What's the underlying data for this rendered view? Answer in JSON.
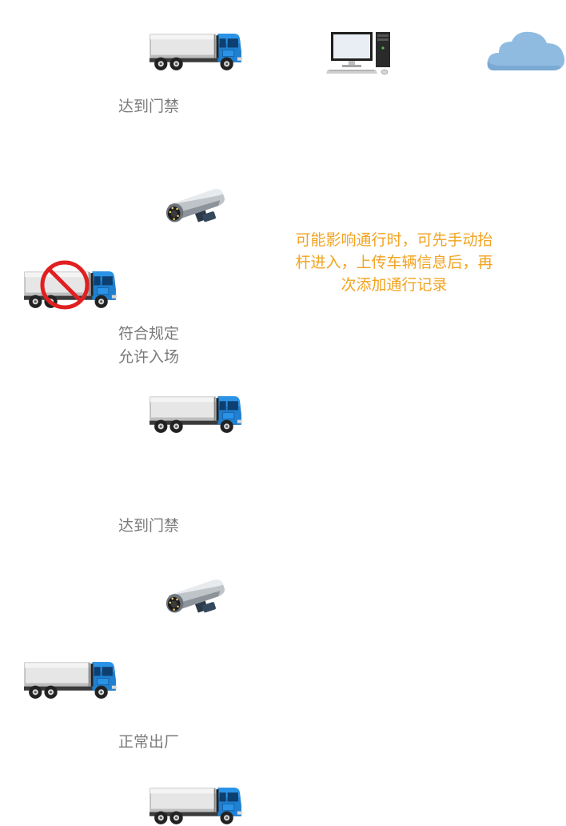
{
  "labels": {
    "arrive_1": "达到门禁",
    "comply_line1": "符合规定",
    "comply_line2": "允许入场",
    "arrive_2": "达到门禁",
    "exit": "正常出厂"
  },
  "note": {
    "line1": "可能影响通行时，可先手动抬",
    "line2": "杆进入，上传车辆信息后，再",
    "line3": "次添加通行记录"
  },
  "icons": {
    "truck": "truck-icon",
    "computer": "computer-icon",
    "cloud": "cloud-icon",
    "camera": "camera-icon",
    "prohibited": "prohibited-icon"
  },
  "colors": {
    "label_text": "#7a7a7a",
    "note_text": "#f2a320",
    "truck_cab": "#1f7fd0",
    "cloud": "#8fbbe0",
    "prohibited": "#e02020"
  }
}
